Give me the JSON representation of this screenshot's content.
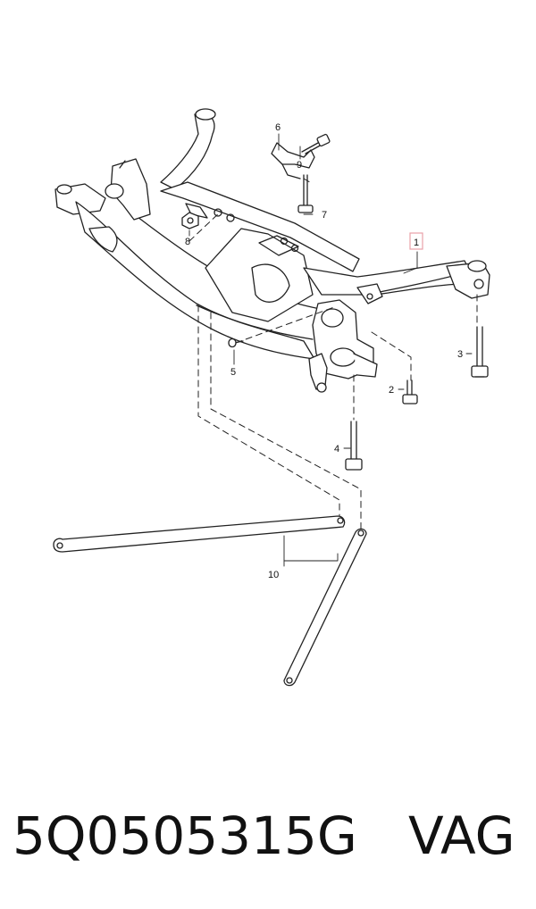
{
  "diagram": {
    "callouts": [
      {
        "id": "1",
        "label": "1",
        "highlighted": true
      },
      {
        "id": "2",
        "label": "2"
      },
      {
        "id": "3",
        "label": "3"
      },
      {
        "id": "4",
        "label": "4"
      },
      {
        "id": "5",
        "label": "5"
      },
      {
        "id": "6",
        "label": "6"
      },
      {
        "id": "7",
        "label": "7"
      },
      {
        "id": "8",
        "label": "8"
      },
      {
        "id": "9",
        "label": "9"
      },
      {
        "id": "10",
        "label": "10"
      }
    ],
    "colors": {
      "line": "#222222",
      "highlight_box": "#e8a0a8"
    }
  },
  "caption": {
    "part_number": "5Q0505315G",
    "brand": "VAG"
  }
}
